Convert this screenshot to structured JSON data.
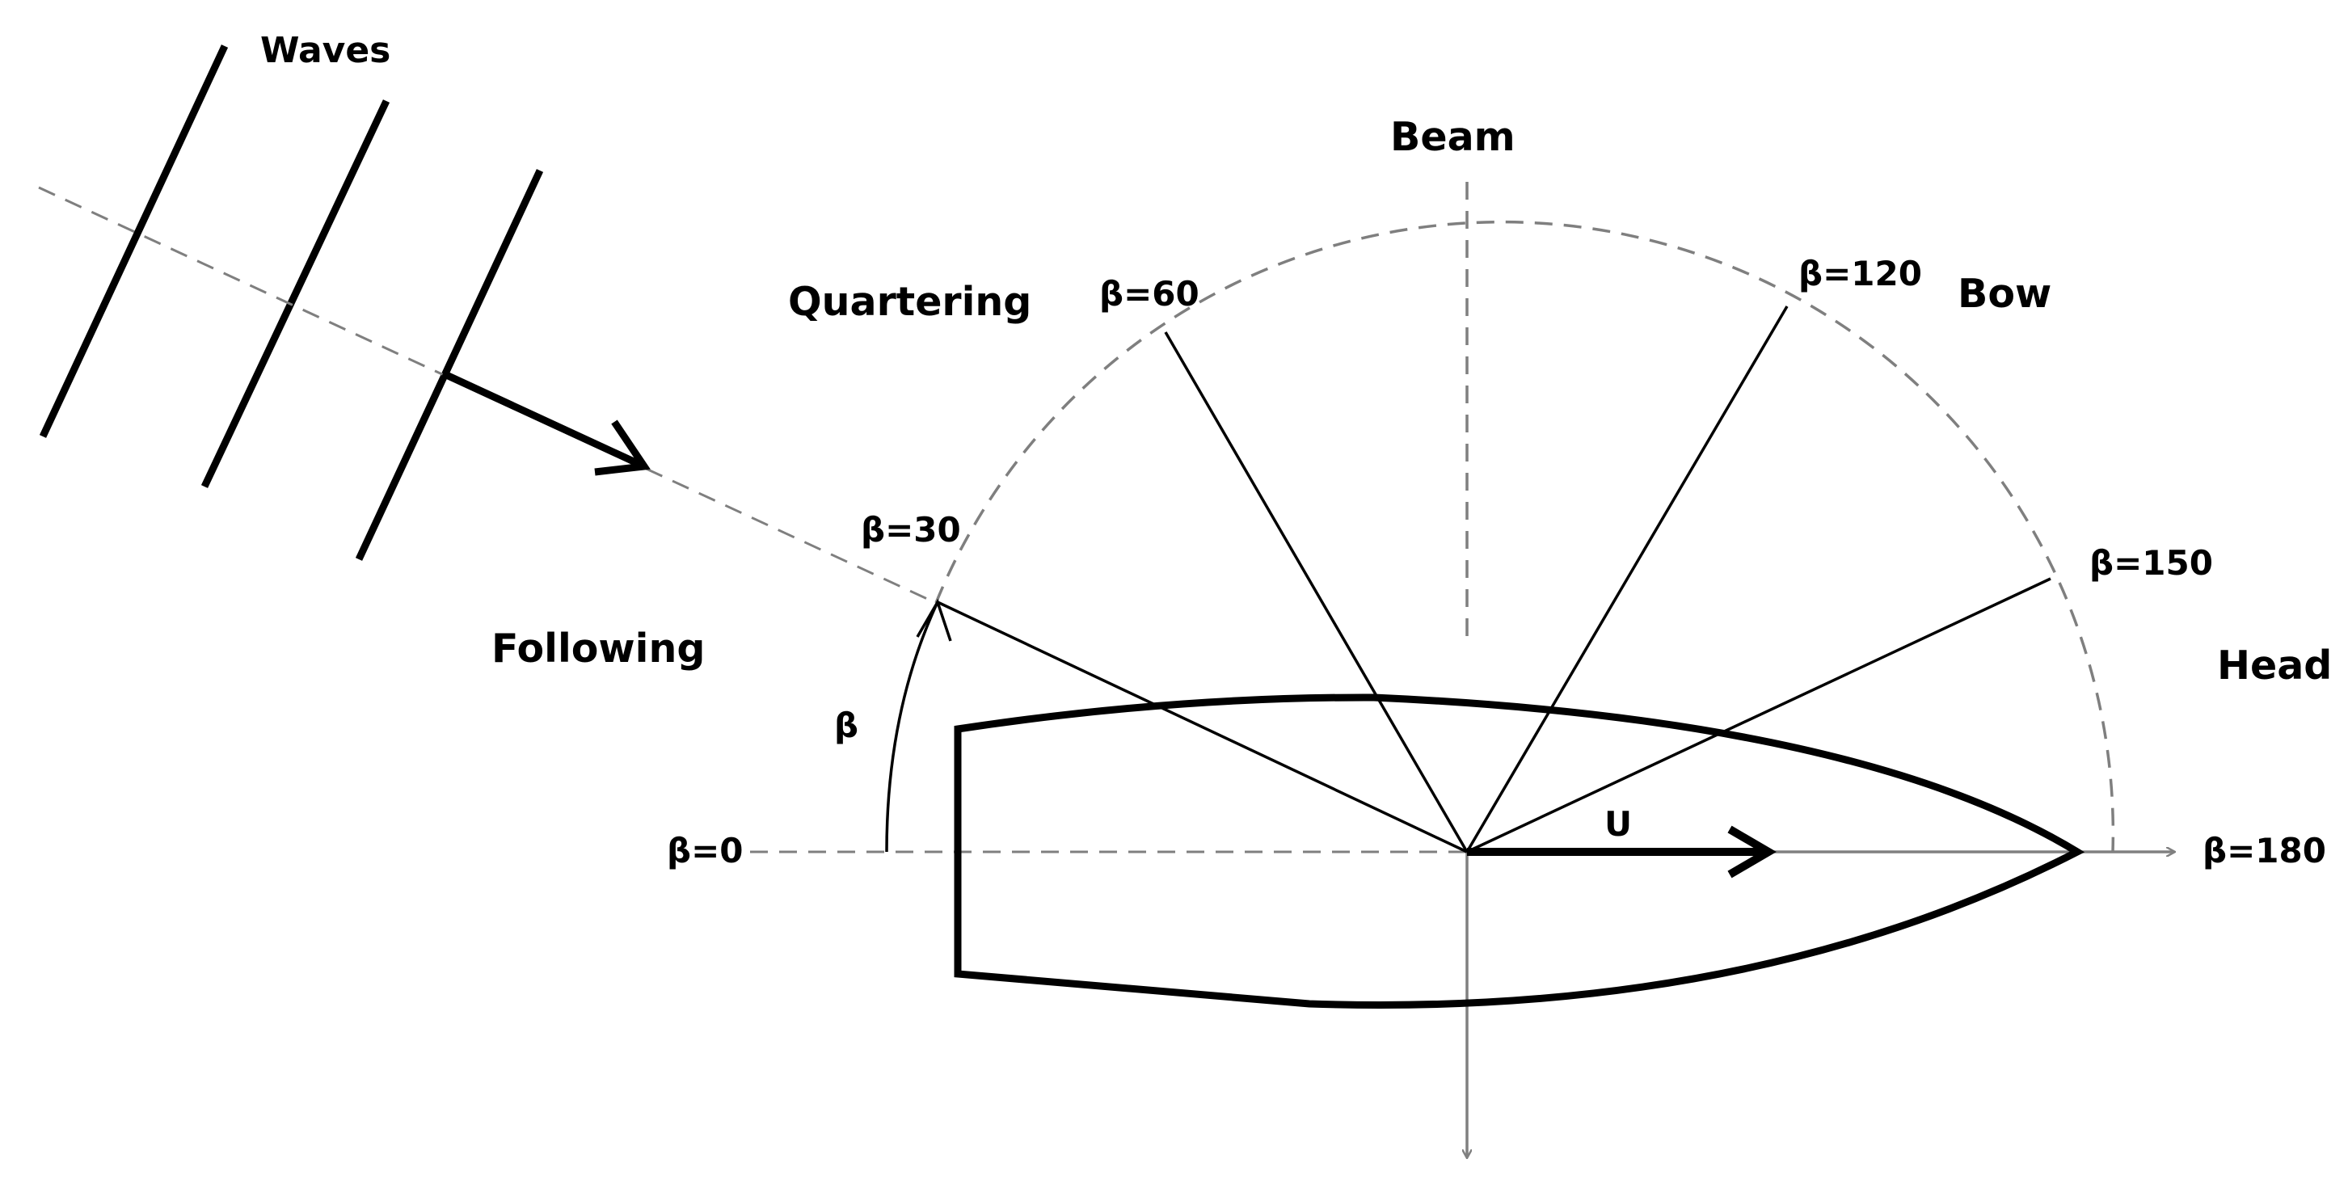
{
  "labels": {
    "waves": "Waves",
    "beam": "Beam",
    "quartering": "Quartering",
    "bow": "Bow",
    "following": "Following",
    "head": "Head",
    "beta_symbol": "β",
    "velocity": "U"
  },
  "angle_labels": [
    "β=0",
    "β=30",
    "β=60",
    "β=120",
    "β=150",
    "β=180"
  ],
  "angles_deg": [
    0,
    30,
    60,
    90,
    120,
    150,
    180
  ],
  "colors": {
    "ink": "#000000",
    "dashed": "#7f7f7f",
    "axis": "#808080"
  }
}
